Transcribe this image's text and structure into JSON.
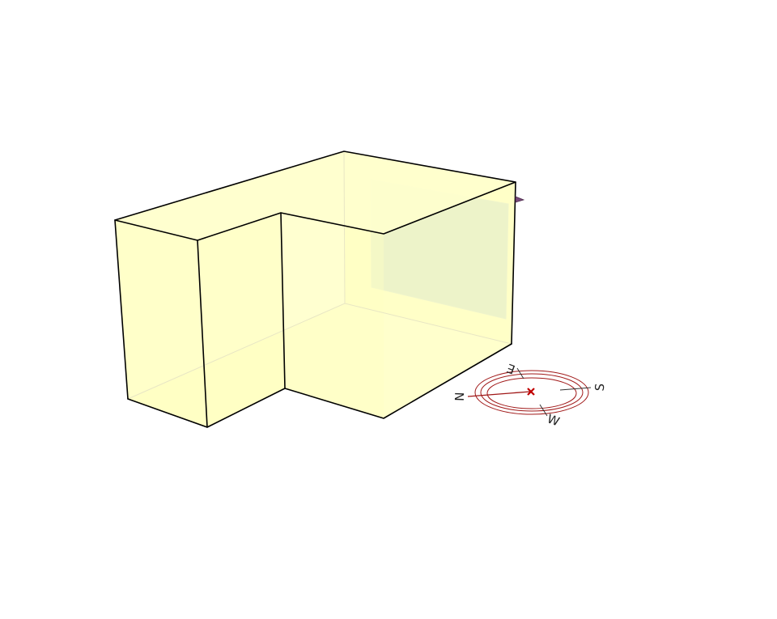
{
  "scene": {
    "type": "3d-model-viewport",
    "colors": {
      "background": "#ffffff",
      "volume_fill": "#ffffc4",
      "volume_top": "#ffffcc",
      "window_fill": "#c9dcd7",
      "edge": "#000000",
      "compass": "#a01818",
      "compass_marker": "#c00000"
    }
  },
  "compass": {
    "north": "N",
    "east": "E",
    "south": "S",
    "west": "W"
  }
}
